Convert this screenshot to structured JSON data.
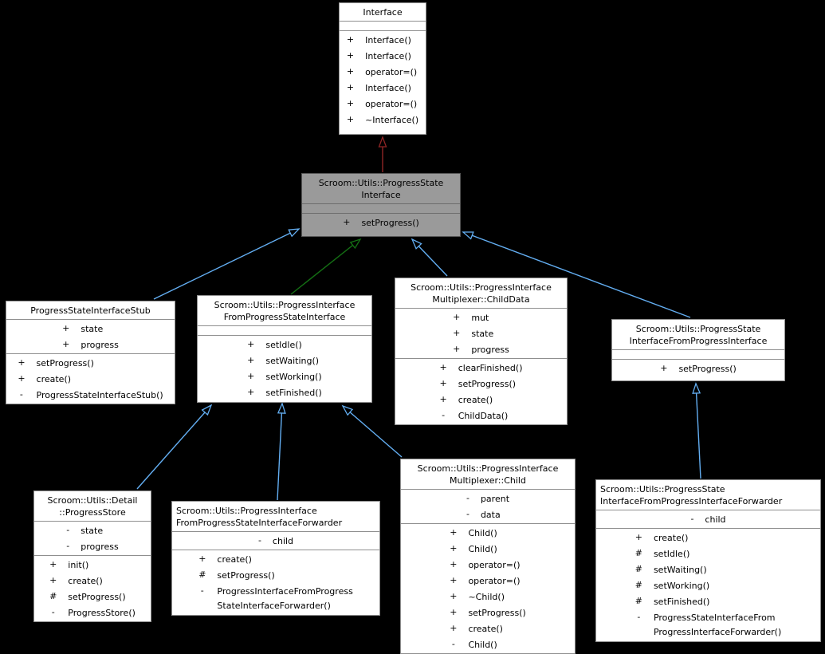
{
  "diagram": {
    "background": "#000000",
    "colors": {
      "node_fill": "#ffffff",
      "node_border": "#8f8f8f",
      "highlight_node_fill": "#9a9a9a",
      "public_inheritance_arrow": "#63aef2",
      "protected_inheritance_arrow": "#147014",
      "private_inheritance_arrow": "#8f2525"
    },
    "nodes": [
      {
        "id": "interface",
        "title_lines": [
          "Interface"
        ],
        "attributes": [],
        "methods": [
          {
            "sign": "+",
            "lines": [
              "Interface()"
            ]
          },
          {
            "sign": "+",
            "lines": [
              "Interface()"
            ]
          },
          {
            "sign": "+",
            "lines": [
              "operator=()"
            ]
          },
          {
            "sign": "+",
            "lines": [
              "Interface()"
            ]
          },
          {
            "sign": "+",
            "lines": [
              "operator=()"
            ]
          },
          {
            "sign": "+",
            "lines": [
              "~Interface()"
            ]
          }
        ],
        "highlighted": false
      },
      {
        "id": "progress-state-interface",
        "title_lines": [
          "Scroom::Utils::ProgressState",
          "Interface"
        ],
        "attributes": [],
        "methods": [
          {
            "sign": "+",
            "lines": [
              "setProgress()"
            ]
          }
        ],
        "highlighted": true
      },
      {
        "id": "progress-state-interface-stub",
        "title_lines": [
          "ProgressStateInterfaceStub"
        ],
        "attributes": [
          {
            "sign": "+",
            "lines": [
              "state"
            ]
          },
          {
            "sign": "+",
            "lines": [
              "progress"
            ]
          }
        ],
        "methods": [
          {
            "sign": "+",
            "lines": [
              "setProgress()"
            ]
          },
          {
            "sign": "+",
            "lines": [
              "create()"
            ]
          },
          {
            "sign": "-",
            "lines": [
              "ProgressStateInterfaceStub()"
            ]
          }
        ],
        "highlighted": false
      },
      {
        "id": "progress-interface-from-progress-state-interface",
        "title_lines": [
          "Scroom::Utils::ProgressInterface",
          "FromProgressStateInterface"
        ],
        "attributes": [],
        "methods": [
          {
            "sign": "+",
            "lines": [
              "setIdle()"
            ]
          },
          {
            "sign": "+",
            "lines": [
              "setWaiting()"
            ]
          },
          {
            "sign": "+",
            "lines": [
              "setWorking()"
            ]
          },
          {
            "sign": "+",
            "lines": [
              "setFinished()"
            ]
          }
        ],
        "highlighted": false
      },
      {
        "id": "progress-interface-multiplexer-child-data",
        "title_lines": [
          "Scroom::Utils::ProgressInterface",
          "Multiplexer::ChildData"
        ],
        "attributes": [
          {
            "sign": "+",
            "lines": [
              "mut"
            ]
          },
          {
            "sign": "+",
            "lines": [
              "state"
            ]
          },
          {
            "sign": "+",
            "lines": [
              "progress"
            ]
          }
        ],
        "methods": [
          {
            "sign": "+",
            "lines": [
              "clearFinished()"
            ]
          },
          {
            "sign": "+",
            "lines": [
              "setProgress()"
            ]
          },
          {
            "sign": "+",
            "lines": [
              "create()"
            ]
          },
          {
            "sign": "-",
            "lines": [
              "ChildData()"
            ]
          }
        ],
        "highlighted": false
      },
      {
        "id": "progress-state-interface-from-progress-interface",
        "title_lines": [
          "Scroom::Utils::ProgressState",
          "InterfaceFromProgressInterface"
        ],
        "attributes": [],
        "methods": [
          {
            "sign": "+",
            "lines": [
              "setProgress()"
            ]
          }
        ],
        "highlighted": false
      },
      {
        "id": "detail-progress-store",
        "title_lines": [
          "Scroom::Utils::Detail",
          "::ProgressStore"
        ],
        "attributes": [
          {
            "sign": "-",
            "lines": [
              "state"
            ]
          },
          {
            "sign": "-",
            "lines": [
              "progress"
            ]
          }
        ],
        "methods": [
          {
            "sign": "+",
            "lines": [
              "init()"
            ]
          },
          {
            "sign": "+",
            "lines": [
              "create()"
            ]
          },
          {
            "sign": "#",
            "lines": [
              "setProgress()"
            ]
          },
          {
            "sign": "-",
            "lines": [
              "ProgressStore()"
            ]
          }
        ],
        "highlighted": false
      },
      {
        "id": "progress-interface-from-progress-state-interface-forwarder",
        "title_lines": [
          "Scroom::Utils::ProgressInterface",
          "FromProgressStateInterfaceForwarder"
        ],
        "attributes": [
          {
            "sign": "-",
            "lines": [
              "child"
            ]
          }
        ],
        "methods": [
          {
            "sign": "+",
            "lines": [
              "create()"
            ]
          },
          {
            "sign": "#",
            "lines": [
              "setProgress()"
            ]
          },
          {
            "sign": "-",
            "lines": [
              "ProgressInterfaceFromProgress",
              "StateInterfaceForwarder()"
            ]
          }
        ],
        "highlighted": false
      },
      {
        "id": "progress-interface-multiplexer-child",
        "title_lines": [
          "Scroom::Utils::ProgressInterface",
          "Multiplexer::Child"
        ],
        "attributes": [
          {
            "sign": "-",
            "lines": [
              "parent"
            ]
          },
          {
            "sign": "-",
            "lines": [
              "data"
            ]
          }
        ],
        "methods": [
          {
            "sign": "+",
            "lines": [
              "Child()"
            ]
          },
          {
            "sign": "+",
            "lines": [
              "Child()"
            ]
          },
          {
            "sign": "+",
            "lines": [
              "operator=()"
            ]
          },
          {
            "sign": "+",
            "lines": [
              "operator=()"
            ]
          },
          {
            "sign": "+",
            "lines": [
              "~Child()"
            ]
          },
          {
            "sign": "+",
            "lines": [
              "setProgress()"
            ]
          },
          {
            "sign": "+",
            "lines": [
              "create()"
            ]
          },
          {
            "sign": "-",
            "lines": [
              "Child()"
            ]
          }
        ],
        "highlighted": false
      },
      {
        "id": "progress-state-interface-from-progress-interface-forwarder",
        "title_lines": [
          "Scroom::Utils::ProgressState",
          "InterfaceFromProgressInterfaceForwarder"
        ],
        "attributes": [
          {
            "sign": "-",
            "lines": [
              "child"
            ]
          }
        ],
        "methods": [
          {
            "sign": "+",
            "lines": [
              "create()"
            ]
          },
          {
            "sign": "#",
            "lines": [
              "setIdle()"
            ]
          },
          {
            "sign": "#",
            "lines": [
              "setWaiting()"
            ]
          },
          {
            "sign": "#",
            "lines": [
              "setWorking()"
            ]
          },
          {
            "sign": "#",
            "lines": [
              "setFinished()"
            ]
          },
          {
            "sign": "-",
            "lines": [
              "ProgressStateInterfaceFrom",
              "ProgressInterfaceForwarder()"
            ]
          }
        ],
        "highlighted": false
      }
    ],
    "edges": [
      {
        "from": "progress-state-interface",
        "to": "interface",
        "type": "private-inheritance"
      },
      {
        "from": "progress-state-interface-stub",
        "to": "progress-state-interface",
        "type": "public-inheritance"
      },
      {
        "from": "progress-interface-from-progress-state-interface",
        "to": "progress-state-interface",
        "type": "protected-inheritance"
      },
      {
        "from": "progress-interface-multiplexer-child-data",
        "to": "progress-state-interface",
        "type": "public-inheritance"
      },
      {
        "from": "progress-state-interface-from-progress-interface",
        "to": "progress-state-interface",
        "type": "public-inheritance"
      },
      {
        "from": "detail-progress-store",
        "to": "progress-interface-from-progress-state-interface",
        "type": "public-inheritance"
      },
      {
        "from": "progress-interface-from-progress-state-interface-forwarder",
        "to": "progress-interface-from-progress-state-interface",
        "type": "public-inheritance"
      },
      {
        "from": "progress-interface-multiplexer-child",
        "to": "progress-interface-from-progress-state-interface",
        "type": "public-inheritance"
      },
      {
        "from": "progress-state-interface-from-progress-interface-forwarder",
        "to": "progress-state-interface-from-progress-interface",
        "type": "public-inheritance"
      }
    ]
  }
}
